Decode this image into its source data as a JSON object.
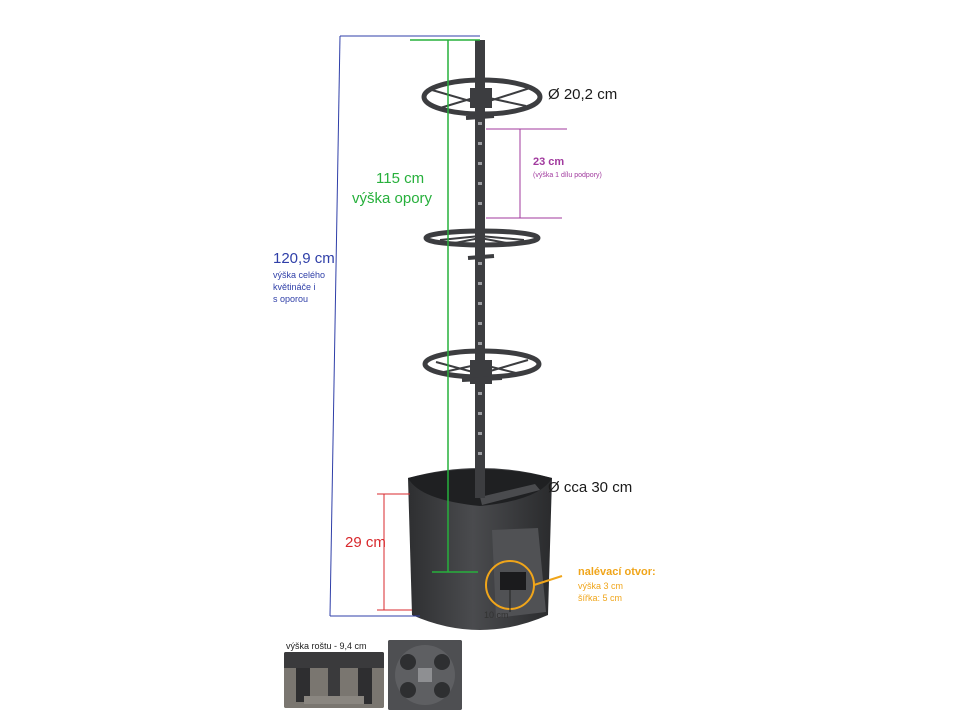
{
  "dimensions": {
    "top_ring_diameter": "Ø 20,2 cm",
    "pot_diameter": "Ø cca 30 cm",
    "support_height_value": "115 cm",
    "support_height_label": "výška opory",
    "section_height_value": "23 cm",
    "section_height_note": "(výška 1 dílu podpory)",
    "total_height_value": "120,9 cm",
    "total_height_lines": [
      "výška celého",
      "květináče i",
      "s oporou"
    ],
    "pot_height": "29 cm",
    "hole_title": "nalévací otvor:",
    "hole_height": "výška 3 cm",
    "hole_width": "šířka: 5 cm",
    "hole_offset": "10 cm",
    "grate_height": "výška roštu - 9,4 cm"
  },
  "colors": {
    "total": "#2f3fa8",
    "support": "#27b03c",
    "section": "#a13a9e",
    "pot": "#d8282c",
    "hole": "#f0a51a",
    "product": "#3c3d40"
  }
}
